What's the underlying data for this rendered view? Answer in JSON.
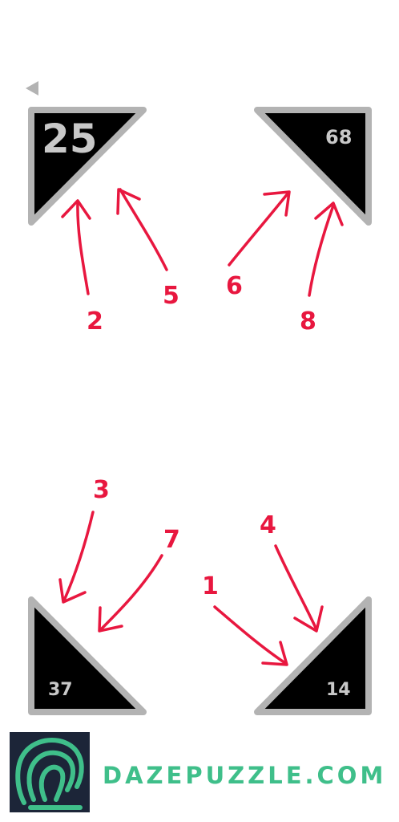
{
  "colors": {
    "background": "#ffffff",
    "tile_fill": "#000000",
    "tile_border": "#b3b3b3",
    "tile_text": "#c8c8c8",
    "annotation": "#e8173f",
    "brand": "#3fbf8a",
    "logo_bg": "#1c2538"
  },
  "back_icon": "left-triangle-icon",
  "tiles": {
    "top_left": {
      "value": "25"
    },
    "top_right": {
      "value": "68"
    },
    "bottom_left": {
      "value": "37"
    },
    "bottom_right": {
      "value": "14"
    }
  },
  "annotations": {
    "n1": "1",
    "n2": "2",
    "n3": "3",
    "n4": "4",
    "n5": "5",
    "n6": "6",
    "n7": "7",
    "n8": "8"
  },
  "brand": {
    "text": "DAZEPUZZLE.COM",
    "logo_icon": "fingerprint-spiral-icon"
  }
}
